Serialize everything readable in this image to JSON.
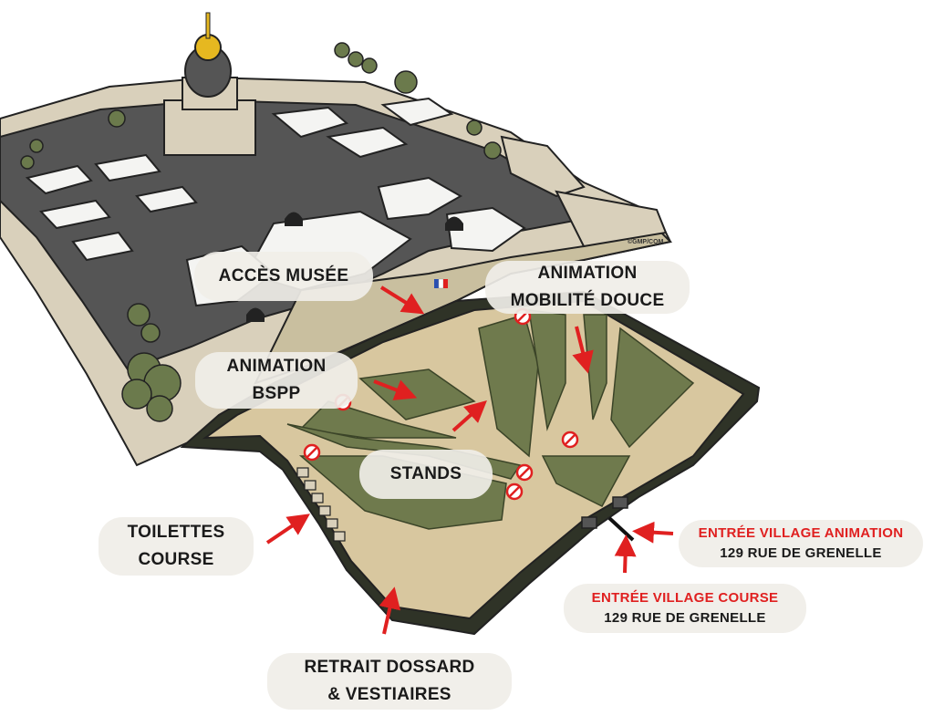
{
  "map": {
    "credit": "©GMP/COM",
    "labels": {
      "acces_musee": "ACCÈS MUSÉE",
      "animation_mobilite": [
        "ANIMATION",
        "MOBILITÉ DOUCE"
      ],
      "animation_bspp": [
        "ANIMATION",
        "BSPP"
      ],
      "stands": "STANDS",
      "toilettes": [
        "TOILETTES",
        "COURSE"
      ],
      "retrait": [
        "RETRAIT DOSSARD",
        "& VESTIAIRES"
      ],
      "entree_animation": {
        "title": "ENTRÉE VILLAGE ANIMATION",
        "address": "129 RUE DE GRENELLE"
      },
      "entree_course": {
        "title": "ENTRÉE VILLAGE COURSE",
        "address": "129 RUE DE GRENELLE"
      }
    },
    "colors": {
      "arrow": "#e02020",
      "lawn": "#6f7a4d",
      "esplanade": "#d8c79f",
      "roof": "#555555",
      "wall": "#d9d0bb",
      "moat": "#2f3327",
      "dome_gold": "#e6b820"
    }
  }
}
